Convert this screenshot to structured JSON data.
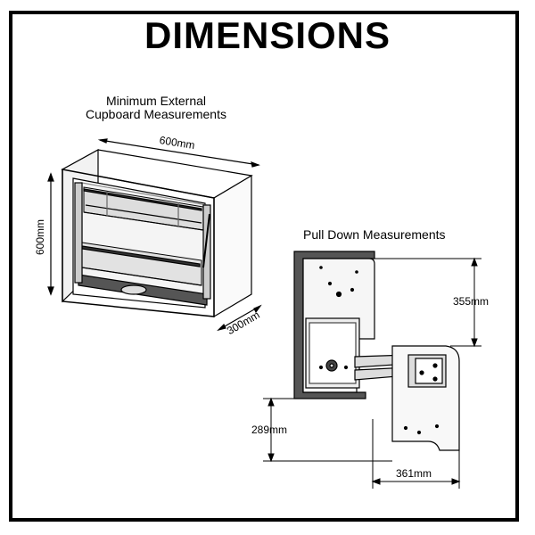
{
  "title": "DIMENSIONS",
  "cabinet": {
    "caption_line1": "Minimum External",
    "caption_line2": "Cupboard Measurements",
    "width": "600mm",
    "height": "600mm",
    "depth": "300mm"
  },
  "pulldown": {
    "caption": "Pull Down Measurements",
    "vertical_upper": "355mm",
    "vertical_lower": "289mm",
    "horizontal": "361mm"
  }
}
